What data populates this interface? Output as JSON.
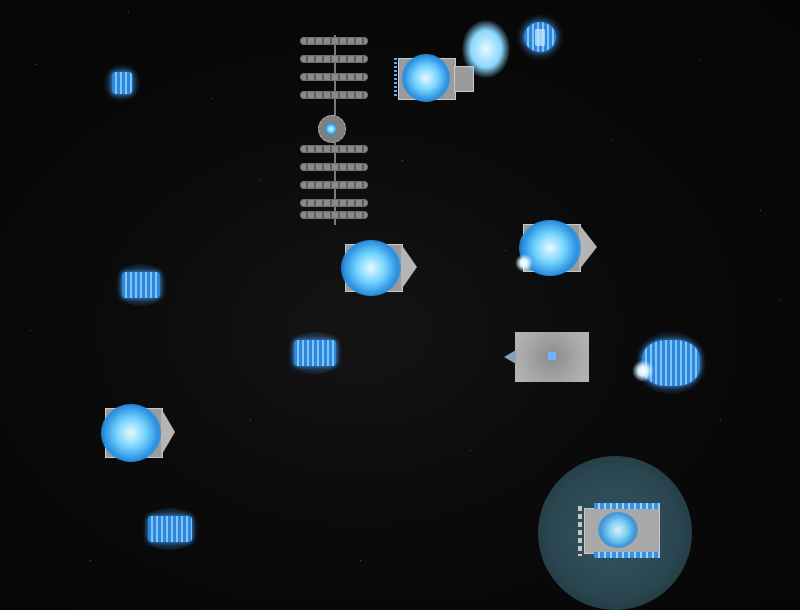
{
  "scene": {
    "kind": "space-battle",
    "hud_text": "",
    "colors": {
      "space_background": "#070707",
      "hull_gray": "#9b9b9b",
      "thruster_blue": "#3fa0ff",
      "shield_teal": "#5a96aa",
      "engine_white": "#e9f8ff"
    },
    "icons": [
      "drone-ship",
      "gray-cruiser",
      "station-grid",
      "crate-block",
      "energy-bolt",
      "flagship",
      "shield-bubble"
    ]
  }
}
